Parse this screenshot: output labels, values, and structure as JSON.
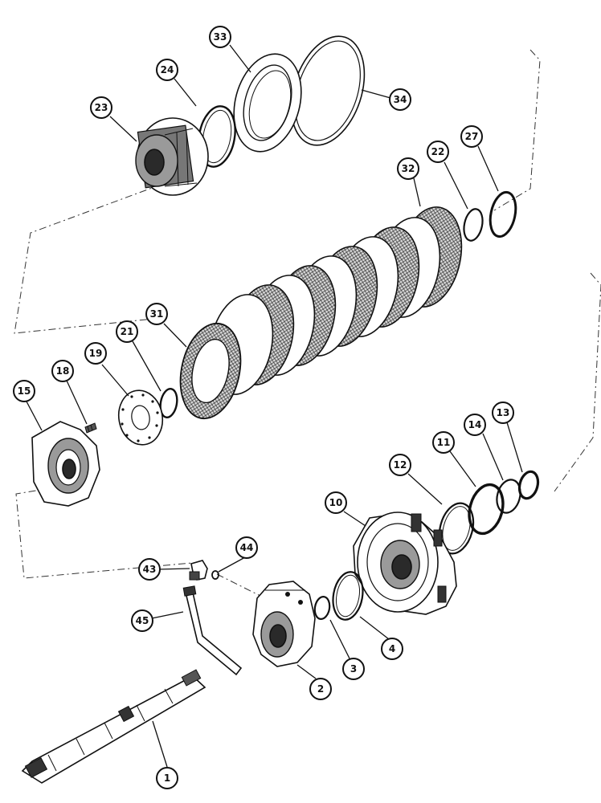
{
  "callouts": {
    "c1": "1",
    "c2": "2",
    "c3": "3",
    "c4": "4",
    "c10": "10",
    "c11": "11",
    "c12": "12",
    "c13": "13",
    "c14": "14",
    "c15": "15",
    "c18": "18",
    "c19": "19",
    "c21": "21",
    "c22": "22",
    "c23": "23",
    "c24": "24",
    "c27": "27",
    "c31": "31",
    "c32": "32",
    "c33": "33",
    "c34": "34",
    "c43": "43",
    "c44": "44",
    "c45": "45"
  }
}
